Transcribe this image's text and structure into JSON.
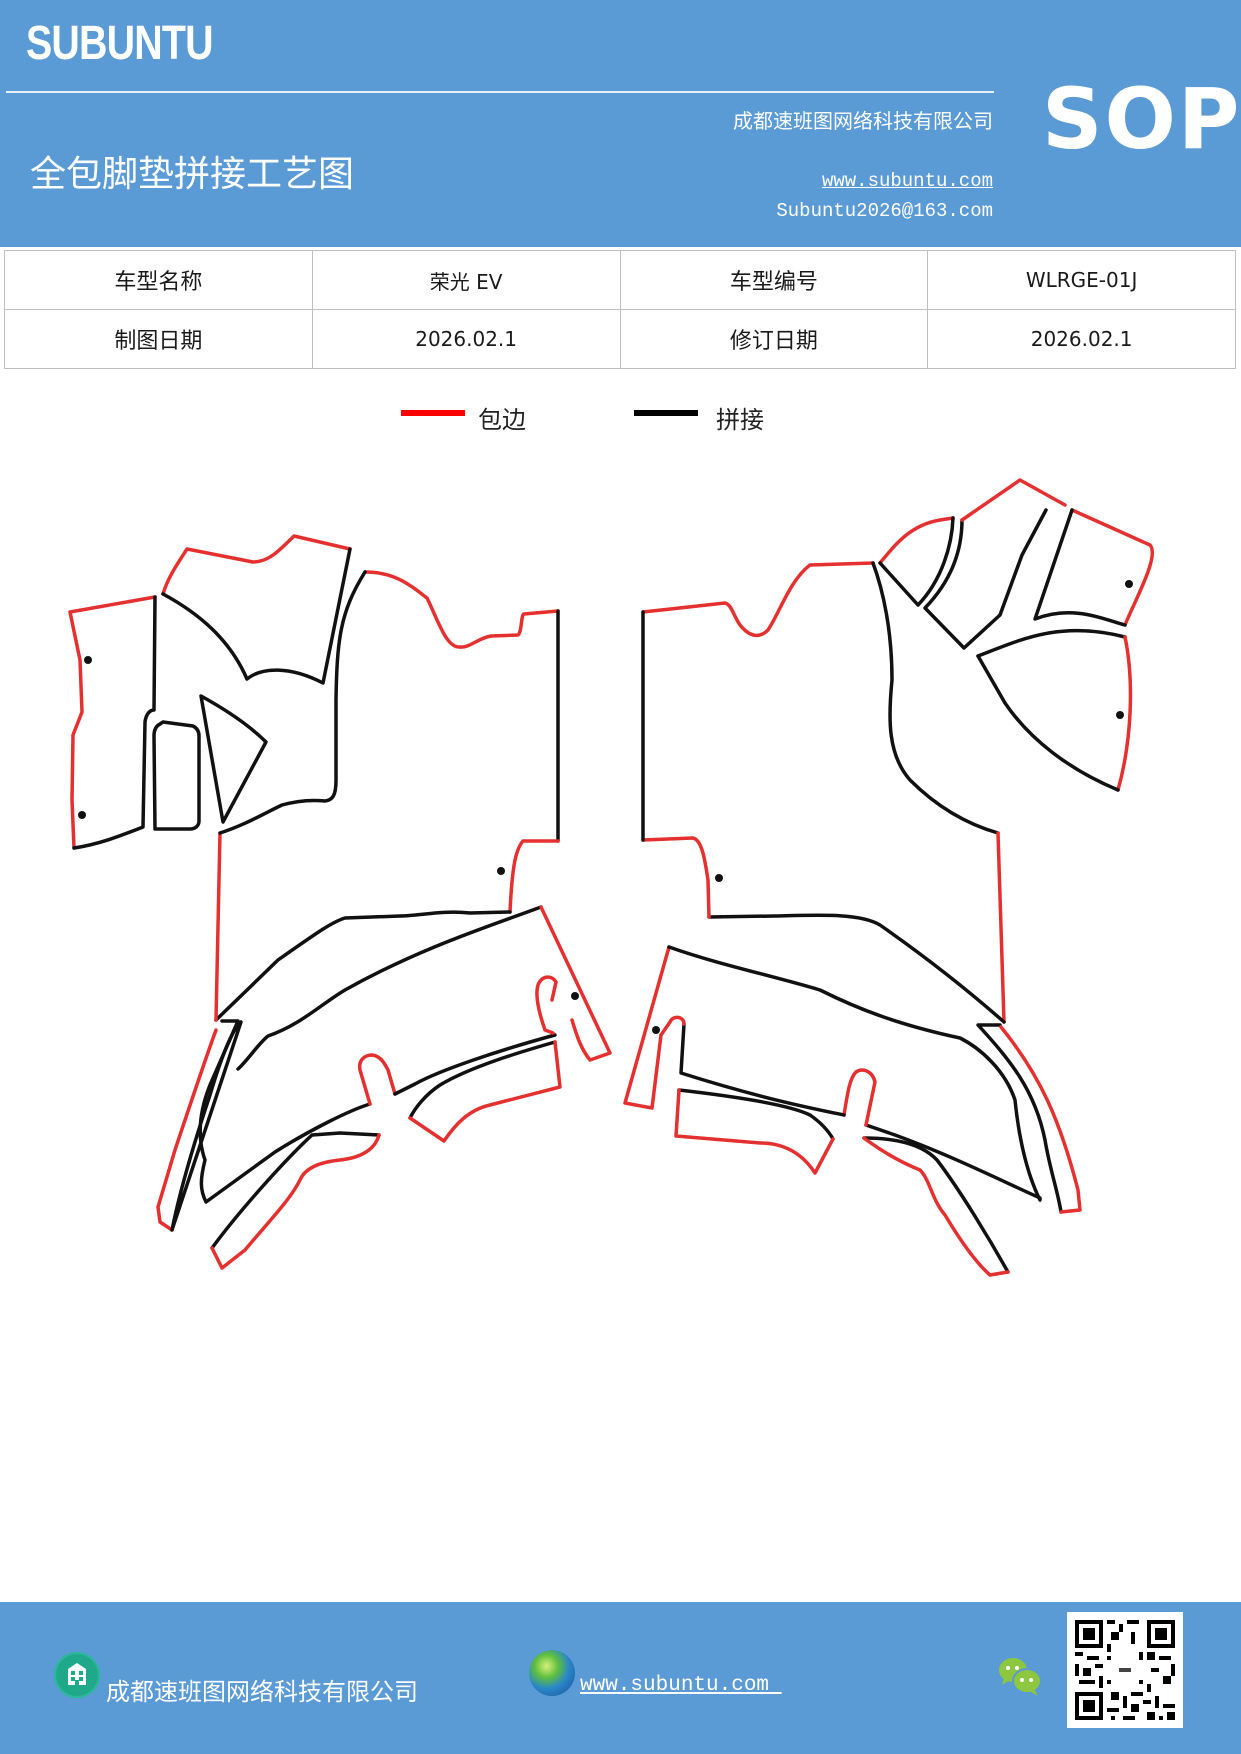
{
  "header": {
    "brand": "SUBUNTU",
    "title": "全包脚垫拼接工艺图",
    "company": "成都速班图网络科技有限公司",
    "website": "www.subuntu.com",
    "email": "Subuntu2026@163.com",
    "badge": "SOP",
    "background_color": "#5b9bd5"
  },
  "info_table": {
    "rows": [
      [
        {
          "label": "车型名称",
          "value": "荣光 EV"
        },
        {
          "label": "车型编号",
          "value": "WLRGE-01J"
        }
      ],
      [
        {
          "label": "制图日期",
          "value": "2026.02.1"
        },
        {
          "label": "修订日期",
          "value": "2026.02.1"
        }
      ]
    ]
  },
  "legend": {
    "items": [
      {
        "label": "包边",
        "color": "#ff0000"
      },
      {
        "label": "拼接",
        "color": "#000000"
      }
    ]
  },
  "diagram": {
    "edge_color": "#e53030",
    "seam_color": "#111111",
    "pieces": [
      "left-driver-mat",
      "right-passenger-mat",
      "left-rear-mat",
      "right-rear-mat"
    ]
  },
  "footer": {
    "company": "成都速班图网络科技有限公司",
    "website": "www.subuntu.com ",
    "icons": [
      "building-icon",
      "globe-icon",
      "wechat-icon",
      "qr-code"
    ]
  }
}
